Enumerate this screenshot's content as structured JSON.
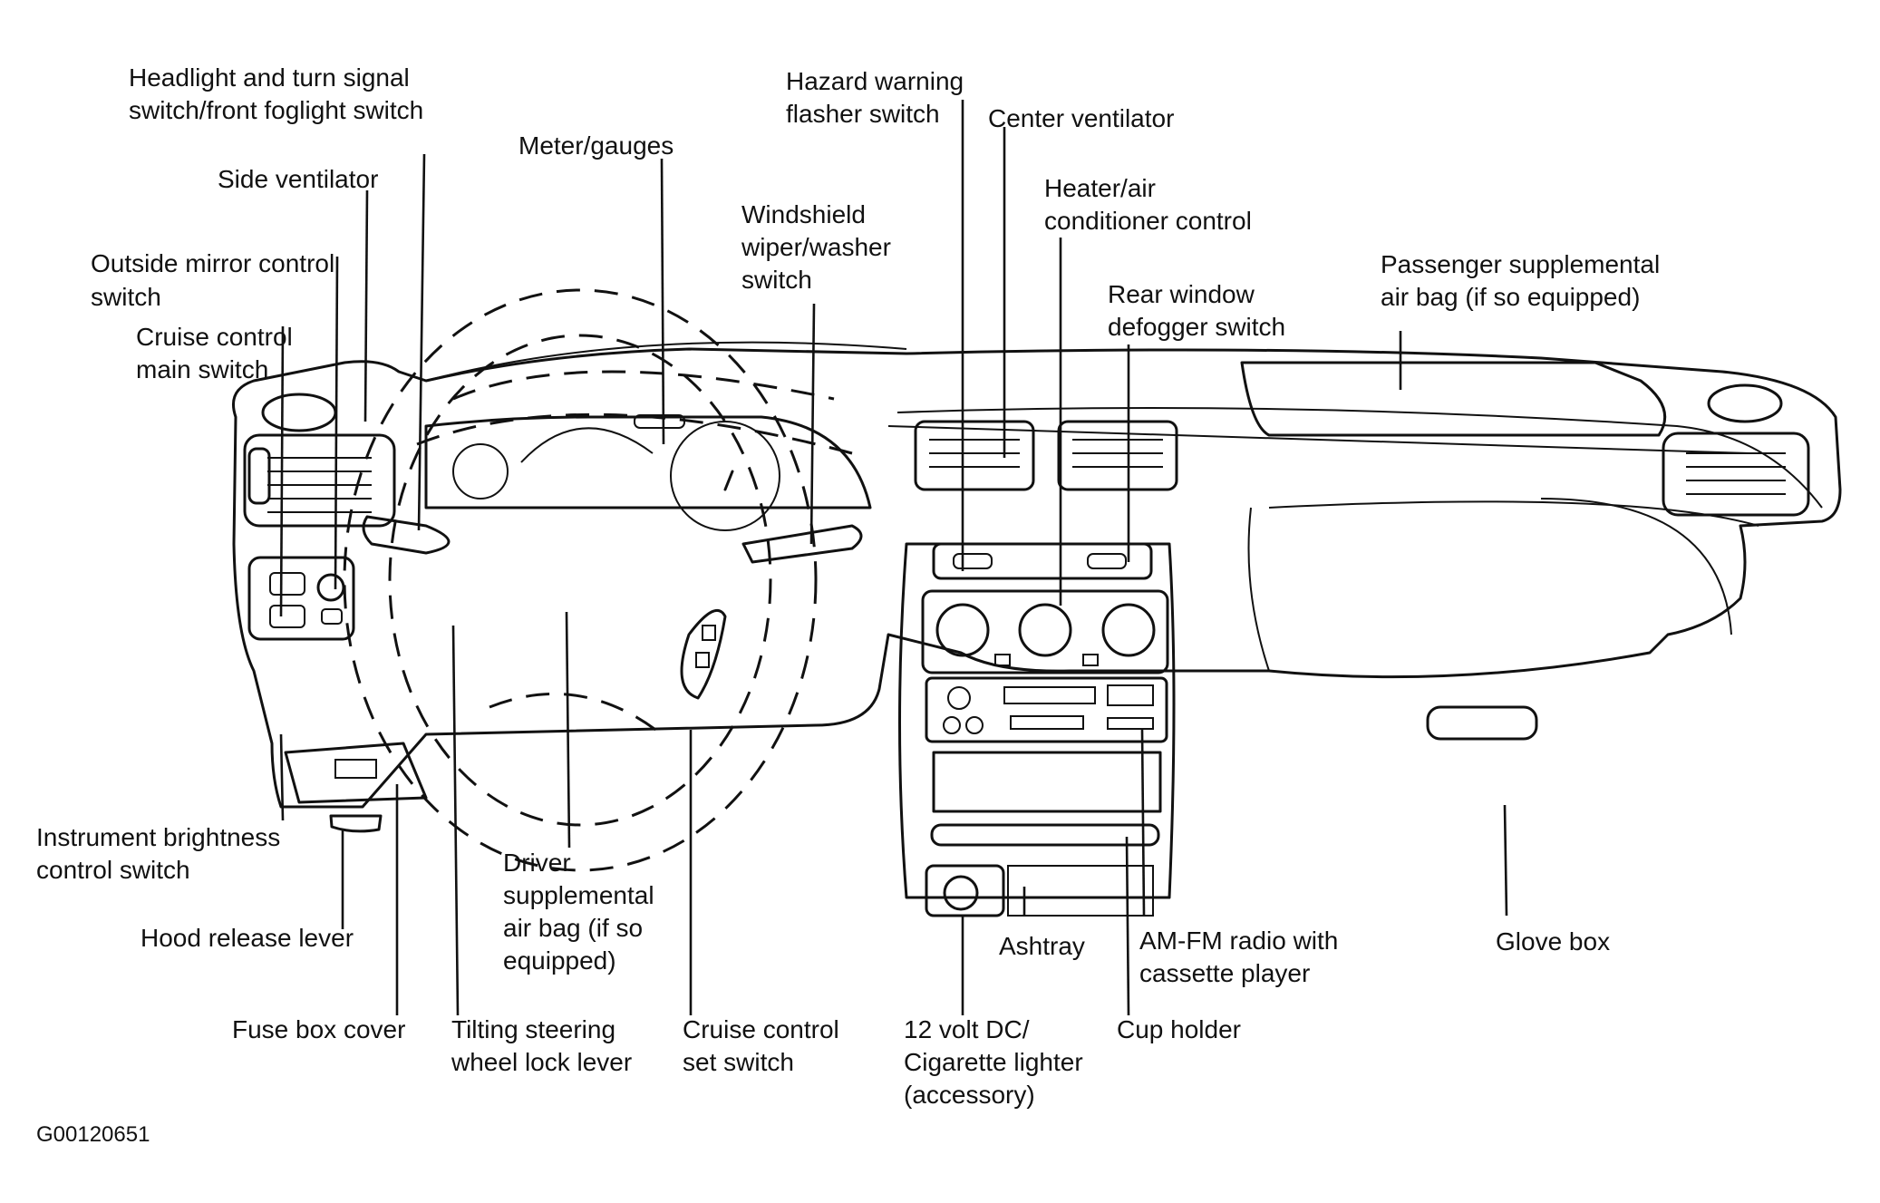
{
  "figure_code": "G00120651",
  "labels": {
    "headlight_switch": [
      "Headlight and turn signal",
      "switch/front foglight switch"
    ],
    "side_ventilator": [
      "Side ventilator"
    ],
    "outside_mirror_switch": [
      "Outside mirror control",
      "switch"
    ],
    "cruise_main_switch": [
      "Cruise control",
      "main switch"
    ],
    "meter_gauges": [
      "Meter/gauges"
    ],
    "windshield_wiper": [
      "Windshield",
      "wiper/washer",
      "switch"
    ],
    "hazard_switch": [
      "Hazard warning",
      "flasher switch"
    ],
    "center_ventilator": [
      "Center ventilator"
    ],
    "heater_ac_control": [
      "Heater/air",
      "conditioner control"
    ],
    "rear_defogger": [
      "Rear window",
      "defogger switch"
    ],
    "passenger_airbag": [
      "Passenger supplemental",
      "air bag (if so equipped)"
    ],
    "instrument_brightness": [
      "Instrument brightness",
      "control switch"
    ],
    "hood_release": [
      "Hood release lever"
    ],
    "fuse_box_cover": [
      "Fuse box cover"
    ],
    "tilting_lever": [
      "Tilting steering",
      "wheel lock lever"
    ],
    "driver_airbag": [
      "Driver",
      "supplemental",
      "air bag (if so",
      "equipped)"
    ],
    "cruise_set_switch": [
      "Cruise control",
      "set switch"
    ],
    "cigarette_lighter": [
      "12 volt DC/",
      "Cigarette lighter",
      "(accessory)"
    ],
    "ashtray": [
      "Ashtray"
    ],
    "cup_holder": [
      "Cup holder"
    ],
    "radio": [
      "AM-FM radio with",
      "cassette player"
    ],
    "glove_box": [
      "Glove box"
    ]
  }
}
